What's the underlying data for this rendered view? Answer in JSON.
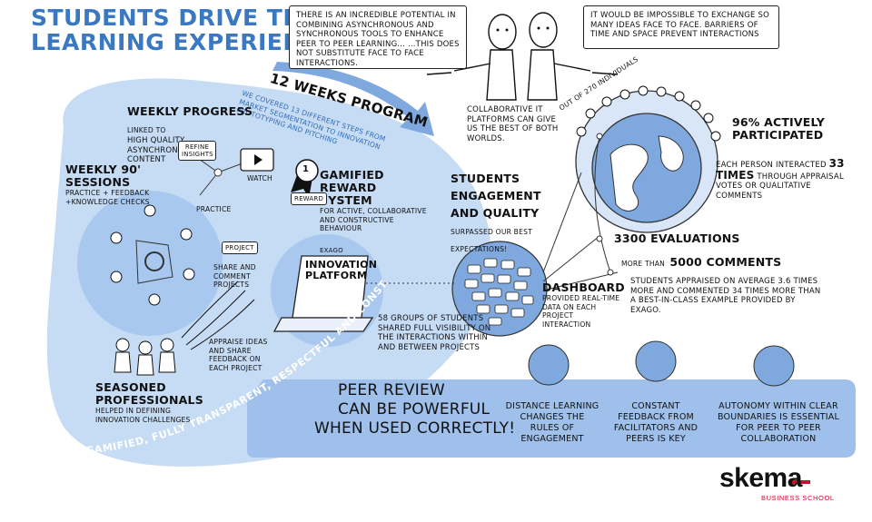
{
  "title_lines": [
    "STUDENTS DRIVE THEIR OWN",
    "LEARNING EXPERIENCE"
  ],
  "program": {
    "label": "12 WEEKS PROGRAM",
    "steps_text": "WE COVERED 13 DIFFERENT STEPS FROM MARKET SEGMENTATION TO INNOVATION PROTOTYPING AND PITCHING"
  },
  "speech_left": "THERE IS AN INCREDIBLE POTENTIAL IN COMBINING ASYNCHRONOUS AND SYNCHRONOUS TOOLS TO ENHANCE PEER TO PEER LEARNING... ...THIS DOES NOT SUBSTITUTE FACE TO FACE INTERACTIONS.",
  "speech_right": "IT WOULD BE IMPOSSIBLE TO EXCHANGE SO MANY IDEAS FACE TO FACE. BARRIERS OF TIME AND SPACE PREVENT INTERACTIONS",
  "collab_note": "COLLABORATIVE IT PLATFORMS CAN GIVE US THE BEST OF BOTH WORLDS.",
  "weekly_progress": {
    "title": "WEEKLY PROGRESS",
    "linked": "LINKED TO",
    "text": "HIGH QUALITY ASYNCHRONOUS CONTENT"
  },
  "refine_label": "REFINE INSIGHTS",
  "watch_label": "WATCH",
  "practice_label": "PRACTICE",
  "weekly_sessions": {
    "title": "WEEKLY 90' SESSIONS",
    "text": "PRACTICE + FEEDBACK +KNOWLEDGE CHECKS"
  },
  "gamified": {
    "title": "GAMIFIED REWARD SYSTEM",
    "text": "FOR ACTIVE, COLLABORATIVE AND CONSTRUCTIVE BEHAVIOUR",
    "medal": "1",
    "reward_label": "REWARD"
  },
  "project_label": "PROJECT",
  "share_text": "SHARE AND COMMENT PROJECTS",
  "platform": {
    "brand": "EXAGO",
    "name": "INNOVATION PLATFORM"
  },
  "appraise_text": "APPRAISE IDEAS AND SHARE FEEDBACK ON EACH PROJECT",
  "groups_text": "58 GROUPS OF STUDENTS SHARED FULL VISIBILITY ON THE INTERACTIONS WITHIN AND BETWEEN PROJECTS",
  "seasoned": {
    "title": "SEASONED PROFESSIONALS",
    "text": "HELPED IN DEFINING INNOVATION CHALLENGES"
  },
  "curve_text": "GAMIFIED, FULLY TRANSPARENT, RESPECTFUL AND CONSTRUCTIVE ENVIRONMENT",
  "engagement": {
    "title": "STUDENTS ENGAGEMENT AND QUALITY",
    "rest": "SURPASSED OUR BEST EXPECTATIONS!"
  },
  "dashboard": {
    "title": "DASHBOARD",
    "text": "PROVIDED REAL-TIME DATA ON EACH PROJECT INTERACTION"
  },
  "individuals": "OUT OF 270 INDIVIDUALS",
  "active": "96% ACTIVELY PARTICIPATED",
  "interacted": {
    "pre": "EACH PERSON INTERACTED",
    "times": "33 TIMES",
    "post": "THROUGH APPRAISAL VOTES OR QUALITATIVE COMMENTS"
  },
  "evaluations": "3300 EVALUATIONS",
  "comments": {
    "pre": "MORE THAN",
    "num": "5000 COMMENTS"
  },
  "appraised": "STUDENTS APPRAISED ON AVERAGE 3.6 TIMES MORE AND COMMENTED 34 TIMES MORE THAN A BEST-IN-CLASS EXAMPLE PROVIDED BY EXAGO.",
  "peer_review": [
    "PEER REVIEW",
    "CAN BE POWERFUL",
    "WHEN USED CORRECTLY!"
  ],
  "lessons": [
    "DISTANCE LEARNING CHANGES THE RULES OF ENGAGEMENT",
    "CONSTANT FEEDBACK FROM FACILITATORS AND PEERS IS KEY",
    "AUTONOMY WITHIN CLEAR BOUNDARIES IS ESSENTIAL FOR PEER TO PEER COLLABORATION"
  ],
  "logo": {
    "name": "skema",
    "sub": "BUSINESS SCHOOL"
  },
  "colors": {
    "blue": "#3a78c2",
    "light_blue": "#8fb6e6",
    "pale_blue": "#c6dbf4",
    "brand_red": "#c8102e"
  }
}
